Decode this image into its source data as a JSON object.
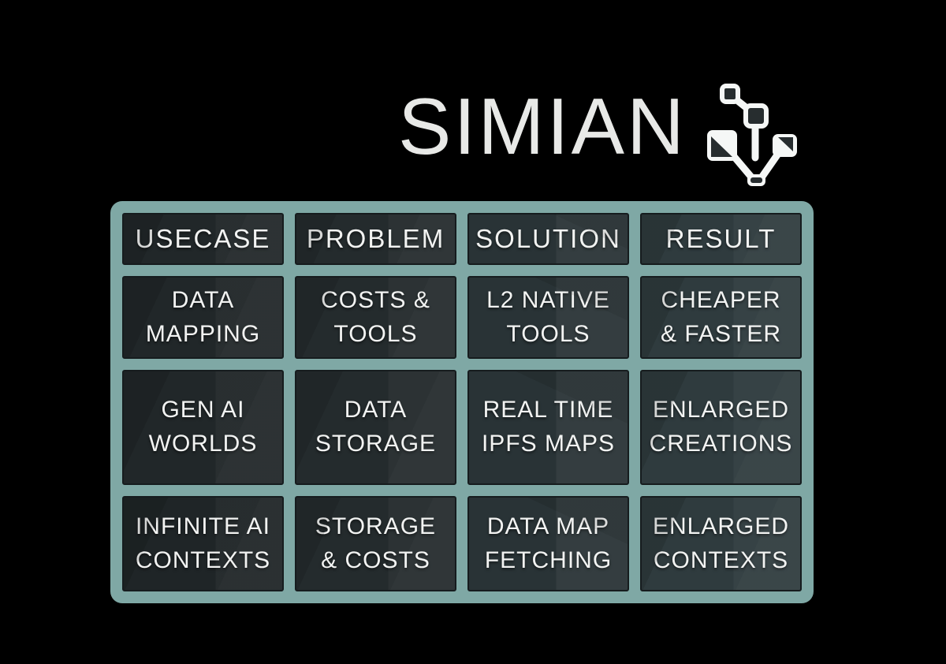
{
  "page": {
    "background_color": "#000000"
  },
  "logo": {
    "text": "SIMIAN",
    "text_color": "#e8e9e7",
    "icon": "network-nodes-icon",
    "icon_dark_color": "#272d2f",
    "icon_light_color": "#f5f7f6"
  },
  "table": {
    "frame_color": "#7fa8a5",
    "cell_text_color": "#f2f3f2",
    "cell_colors": [
      "#212729",
      "#242b2d",
      "#293336",
      "#2f3b3e"
    ],
    "headers": [
      "USECASE",
      "PROBLEM",
      "SOLUTION",
      "RESULT"
    ],
    "rows": [
      [
        "DATA\nMAPPING",
        "COSTS &\nTOOLS",
        "L2 NATIVE\nTOOLS",
        "CHEAPER\n& FASTER"
      ],
      [
        "GEN AI\nWORLDS",
        "DATA\nSTORAGE",
        "REAL TIME\nIPFS MAPS",
        "ENLARGED\nCREATIONS"
      ],
      [
        "INFINITE AI\nCONTEXTS",
        "STORAGE\n& COSTS",
        "DATA MAP\nFETCHING",
        "ENLARGED\nCONTEXTS"
      ]
    ]
  }
}
